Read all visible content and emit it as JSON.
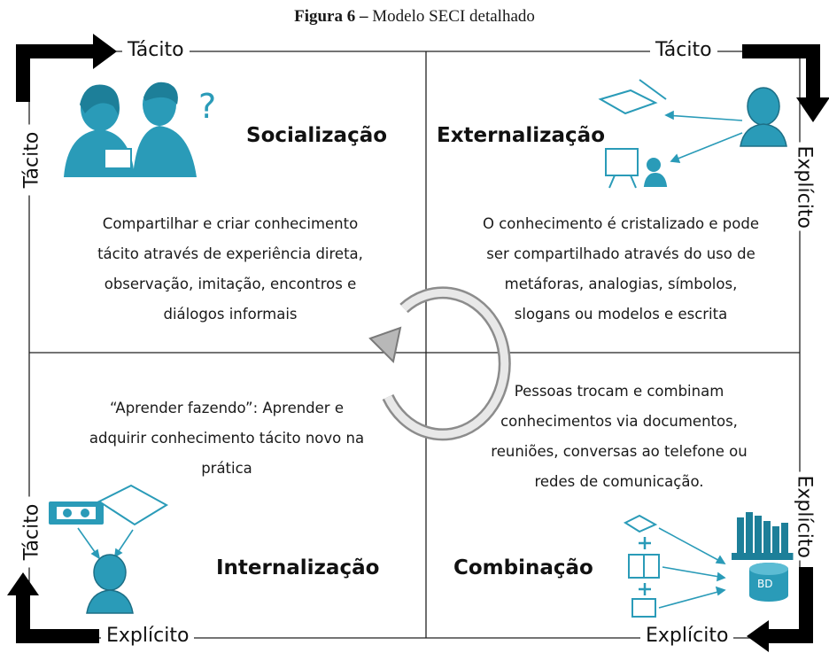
{
  "caption": {
    "number": "Figura 6 –",
    "text": "Modelo SECI detalhado"
  },
  "quadrants": {
    "socializacao": {
      "title": "Socialização",
      "description": [
        "Compartilhar e criar conhecimento",
        "tácito através de experiência direta,",
        "observação, imitação, encontros e",
        "diálogos informais"
      ]
    },
    "externalizacao": {
      "title": "Externalização",
      "description": [
        "O conhecimento é cristalizado e pode",
        "ser compartilhado através do uso de",
        "metáforas, analogias, símbolos,",
        "slogans ou modelos e escrita"
      ]
    },
    "internalizacao": {
      "title": "Internalização",
      "description": [
        "“Aprender fazendo”: Aprender e",
        "adquirir conhecimento tácito novo na",
        "prática"
      ]
    },
    "combinacao": {
      "title": "Combinação",
      "description": [
        "Pessoas trocam e combinam",
        "conhecimentos via documentos,",
        "reuniões, conversas ao telefone ou",
        "redes de comunicação."
      ]
    }
  },
  "axes": {
    "top_left": "Tácito",
    "top_right": "Tácito",
    "bottom_left": "Explícito",
    "bottom_right": "Explícito",
    "left_upper": "Tácito",
    "left_lower": "Tácito",
    "right_upper": "Explícito",
    "right_lower": "Explícito"
  },
  "icons": {
    "question_mark": "?",
    "database_label": "BD"
  },
  "colors": {
    "accent": "#2a9bb8",
    "arrow": "#000000",
    "cycle": "#8c8c8c"
  }
}
